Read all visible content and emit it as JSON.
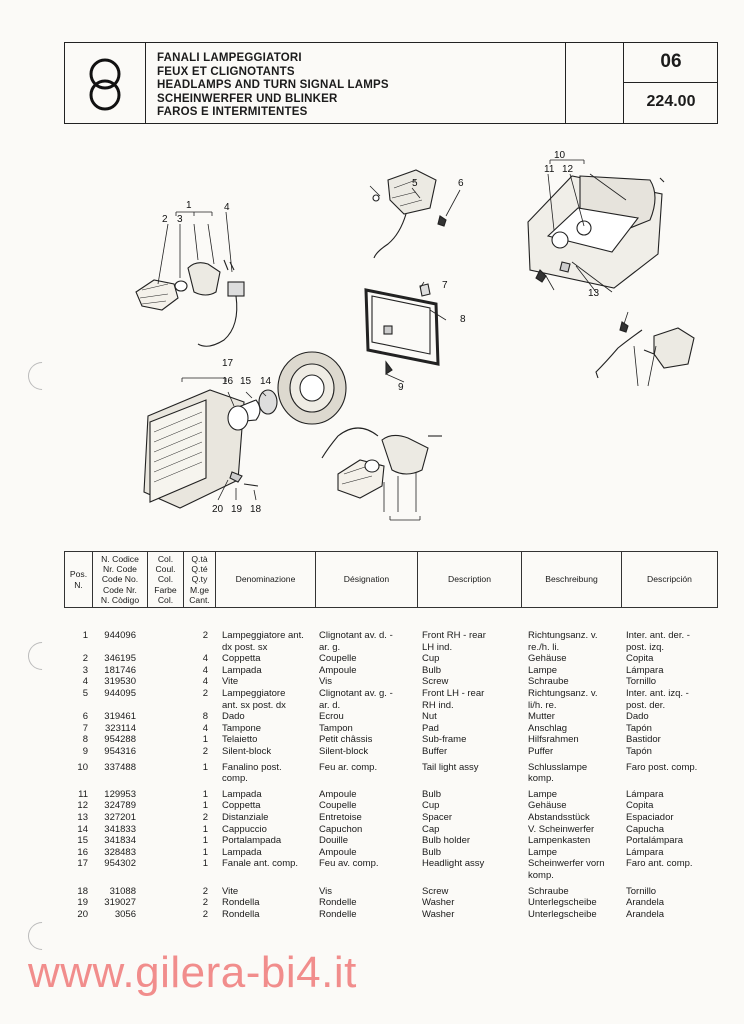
{
  "header": {
    "titles": [
      "FANALI LAMPEGGIATORI",
      "FEUX ET CLIGNOTANTS",
      "HEADLAMPS AND TURN SIGNAL LAMPS",
      "SCHEINWERFER UND BLINKER",
      "FAROS E INTERMITENTES"
    ],
    "group_number": "06",
    "table_code": "224.00"
  },
  "diagram": {
    "callouts": [
      "1",
      "2",
      "3",
      "4",
      "5",
      "6",
      "7",
      "8",
      "9",
      "10",
      "11",
      "12",
      "13",
      "14",
      "15",
      "16",
      "17",
      "18",
      "19",
      "20"
    ]
  },
  "columns": {
    "pos": "Pos. N.",
    "code": [
      "N. Codice",
      "Nr. Code",
      "Code No.",
      "Code Nr.",
      "N. Còdigo"
    ],
    "color": [
      "Col.",
      "Coul.",
      "Col.",
      "Farbe",
      "Col."
    ],
    "qty": [
      "Q.tà",
      "Q.té",
      "Q.ty",
      "M.ge",
      "Cant."
    ],
    "it": "Denominazione",
    "fr": "Désignation",
    "en": "Description",
    "de": "Beschreibung",
    "es": "Descripción"
  },
  "parts": [
    {
      "pos": "1",
      "code": "944096",
      "qty": "2",
      "it": [
        "Lampeggiatore ant.",
        "dx post. sx"
      ],
      "fr": [
        "Clignotant av. d. -",
        "ar. g."
      ],
      "en": [
        "Front RH - rear",
        "LH ind."
      ],
      "de": [
        "Richtungsanz. v.",
        "re./h. li."
      ],
      "es": [
        "Inter. ant. der. -",
        "post. izq."
      ]
    },
    {
      "pos": "2",
      "code": "346195",
      "qty": "4",
      "it": [
        "Coppetta"
      ],
      "fr": [
        "Coupelle"
      ],
      "en": [
        "Cup"
      ],
      "de": [
        "Gehäuse"
      ],
      "es": [
        "Copita"
      ]
    },
    {
      "pos": "3",
      "code": "181746",
      "qty": "4",
      "it": [
        "Lampada"
      ],
      "fr": [
        "Ampoule"
      ],
      "en": [
        "Bulb"
      ],
      "de": [
        "Lampe"
      ],
      "es": [
        "Lámpara"
      ]
    },
    {
      "pos": "4",
      "code": "319530",
      "qty": "4",
      "it": [
        "Vite"
      ],
      "fr": [
        "Vis"
      ],
      "en": [
        "Screw"
      ],
      "de": [
        "Schraube"
      ],
      "es": [
        "Tornillo"
      ]
    },
    {
      "pos": "5",
      "code": "944095",
      "qty": "2",
      "it": [
        "Lampeggiatore",
        "ant. sx post. dx"
      ],
      "fr": [
        "Clignotant av. g. -",
        "ar. d."
      ],
      "en": [
        "Front LH - rear",
        "RH ind."
      ],
      "de": [
        "Richtungsanz. v.",
        "li/h. re."
      ],
      "es": [
        "Inter. ant. izq. -",
        "post. der."
      ]
    },
    {
      "pos": "6",
      "code": "319461",
      "qty": "8",
      "it": [
        "Dado"
      ],
      "fr": [
        "Ecrou"
      ],
      "en": [
        "Nut"
      ],
      "de": [
        "Mutter"
      ],
      "es": [
        "Dado"
      ]
    },
    {
      "pos": "7",
      "code": "323114",
      "qty": "4",
      "it": [
        "Tampone"
      ],
      "fr": [
        "Tampon"
      ],
      "en": [
        "Pad"
      ],
      "de": [
        "Anschlag"
      ],
      "es": [
        "Tapón"
      ]
    },
    {
      "pos": "8",
      "code": "954288",
      "qty": "1",
      "it": [
        "Telaietto"
      ],
      "fr": [
        "Petit châssis"
      ],
      "en": [
        "Sub-frame"
      ],
      "de": [
        "Hilfsrahmen"
      ],
      "es": [
        "Bastidor"
      ]
    },
    {
      "pos": "9",
      "code": "954316",
      "qty": "2",
      "it": [
        "Silent-block"
      ],
      "fr": [
        "Silent-block"
      ],
      "en": [
        "Buffer"
      ],
      "de": [
        "Puffer"
      ],
      "es": [
        "Tapón"
      ]
    },
    {
      "pos": "10",
      "code": "337488",
      "qty": "1",
      "it": [
        "Fanalino post.",
        "comp."
      ],
      "fr": [
        "Feu ar. comp."
      ],
      "en": [
        "Tail light assy"
      ],
      "de": [
        "Schlusslampe",
        "komp."
      ],
      "es": [
        "Faro post. comp."
      ]
    },
    {
      "pos": "11",
      "code": "129953",
      "qty": "1",
      "it": [
        "Lampada"
      ],
      "fr": [
        "Ampoule"
      ],
      "en": [
        "Bulb"
      ],
      "de": [
        "Lampe"
      ],
      "es": [
        "Lámpara"
      ]
    },
    {
      "pos": "12",
      "code": "324789",
      "qty": "1",
      "it": [
        "Coppetta"
      ],
      "fr": [
        "Coupelle"
      ],
      "en": [
        "Cup"
      ],
      "de": [
        "Gehäuse"
      ],
      "es": [
        "Copita"
      ]
    },
    {
      "pos": "13",
      "code": "327201",
      "qty": "2",
      "it": [
        "Distanziale"
      ],
      "fr": [
        "Entretoise"
      ],
      "en": [
        "Spacer"
      ],
      "de": [
        "Abstandsstück"
      ],
      "es": [
        "Espaciador"
      ]
    },
    {
      "pos": "14",
      "code": "341833",
      "qty": "1",
      "it": [
        "Cappuccio"
      ],
      "fr": [
        "Capuchon"
      ],
      "en": [
        "Cap"
      ],
      "de": [
        "V. Scheinwerfer"
      ],
      "es": [
        "Capucha"
      ]
    },
    {
      "pos": "15",
      "code": "341834",
      "qty": "1",
      "it": [
        "Portalampada"
      ],
      "fr": [
        "Douille"
      ],
      "en": [
        "Bulb holder"
      ],
      "de": [
        "Lampenkasten"
      ],
      "es": [
        "Portalámpara"
      ]
    },
    {
      "pos": "16",
      "code": "328483",
      "qty": "1",
      "it": [
        "Lampada"
      ],
      "fr": [
        "Ampoule"
      ],
      "en": [
        "Bulb"
      ],
      "de": [
        "Lampe"
      ],
      "es": [
        "Lámpara"
      ]
    },
    {
      "pos": "17",
      "code": "954302",
      "qty": "1",
      "it": [
        "Fanale ant. comp."
      ],
      "fr": [
        "Feu av. comp."
      ],
      "en": [
        "Headlight assy"
      ],
      "de": [
        "Scheinwerfer vorn",
        "komp."
      ],
      "es": [
        "Faro ant. comp."
      ]
    },
    {
      "pos": "18",
      "code": "31088",
      "qty": "2",
      "it": [
        "Vite"
      ],
      "fr": [
        "Vis"
      ],
      "en": [
        "Screw"
      ],
      "de": [
        "Schraube"
      ],
      "es": [
        "Tornillo"
      ]
    },
    {
      "pos": "19",
      "code": "319027",
      "qty": "2",
      "it": [
        "Rondella"
      ],
      "fr": [
        "Rondelle"
      ],
      "en": [
        "Washer"
      ],
      "de": [
        "Unterlegscheibe"
      ],
      "es": [
        "Arandela"
      ]
    },
    {
      "pos": "20",
      "code": "3056",
      "qty": "2",
      "it": [
        "Rondella"
      ],
      "fr": [
        "Rondelle"
      ],
      "en": [
        "Washer"
      ],
      "de": [
        "Unterlegscheibe"
      ],
      "es": [
        "Arandela"
      ]
    }
  ],
  "watermark": "www.gilera-bi4.it"
}
